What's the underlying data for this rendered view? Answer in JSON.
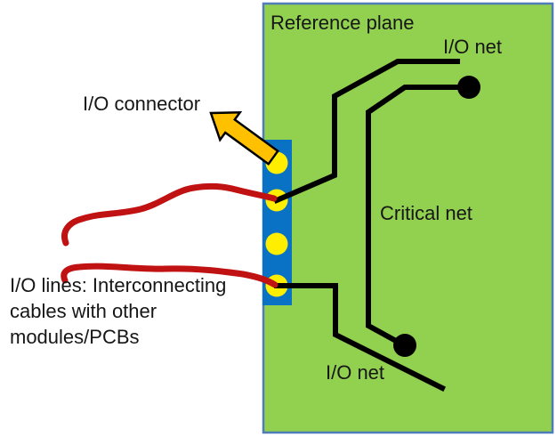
{
  "diagram": {
    "title_label": "Reference plane",
    "labels": {
      "reference_plane": "Reference plane",
      "io_net_top": "I/O net",
      "io_connector": "I/O connector",
      "critical_net": "Critical net",
      "io_net_bottom": "I/O net",
      "io_lines_line1": "I/O lines: Interconnecting",
      "io_lines_line2": "cables with other",
      "io_lines_line3": "modules/PCBs"
    },
    "colors": {
      "plane_fill": "#92d050",
      "plane_border": "#4e7dba",
      "connector_fill": "#0a72c5",
      "pad_fill": "#ffee00",
      "trace_color": "#000000",
      "io_line_color": "#c01212",
      "arrow_fill": "#ffc000",
      "arrow_outline": "#000000"
    }
  }
}
